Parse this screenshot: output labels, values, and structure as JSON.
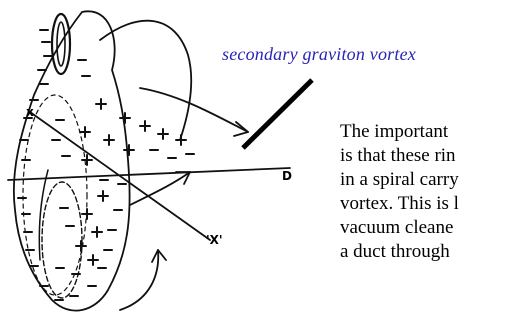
{
  "caption": {
    "text": "secondary graviton vortex",
    "color": "#2a24b5"
  },
  "paragraph_lines": [
    "The important",
    "is that these rin",
    "in a spiral carry",
    "vortex. This is l",
    "vacuum cleane",
    "a duct through"
  ],
  "diagram_labels": {
    "upper_left": "x",
    "right": "D",
    "lower_right": "'X'"
  },
  "icons": {
    "pointer": "pointer-line",
    "sketch": "vortex-sketch"
  }
}
